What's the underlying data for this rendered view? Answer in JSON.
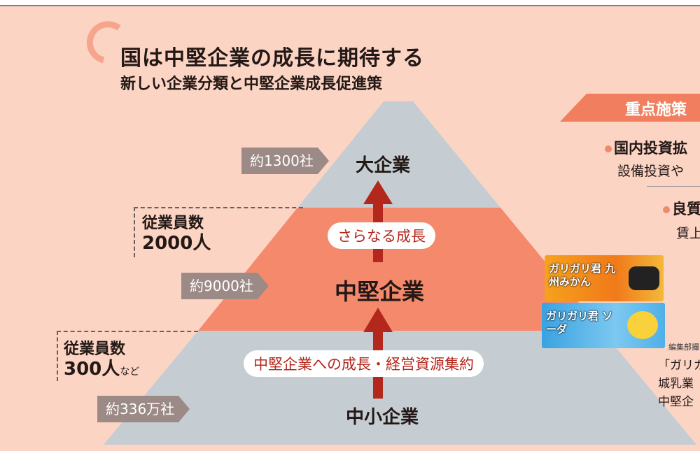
{
  "header": {
    "title": "国は中堅企業の成長に期待する",
    "subtitle": "新しい企業分類と中堅企業成長促進策"
  },
  "pyramid": {
    "tiers": [
      {
        "name": "大企業",
        "count": "約1300社"
      },
      {
        "name": "中堅企業",
        "count": "約9000社"
      },
      {
        "name": "中小企業",
        "count": "約336万社"
      }
    ],
    "thresholds": [
      {
        "line1": "従業員数",
        "line2": "2000人",
        "suffix": ""
      },
      {
        "line1": "従業員数",
        "line2": "300人",
        "suffix": "など"
      }
    ],
    "arrow_labels": [
      "さらなる成長",
      "中堅企業への成長・経営資源集約"
    ]
  },
  "sidebar": {
    "heading": "重点施策",
    "items": [
      {
        "title": "国内投資拡",
        "detail": "設備投資や"
      },
      {
        "title": "良質",
        "detail": "賃上"
      }
    ]
  },
  "photo": {
    "products": [
      "ガリガリ君 九州みかん",
      "ガリガリ君 ソーダ"
    ],
    "credit": "編集部撮",
    "caption": [
      "「ガリガ",
      "城乳業",
      "中堅企"
    ]
  },
  "colors": {
    "background": "#fbd4c4",
    "accent": "#f4896b",
    "gray": "#c5cdd3",
    "arrow": "#b3271c",
    "tag": "#9c8a87"
  }
}
